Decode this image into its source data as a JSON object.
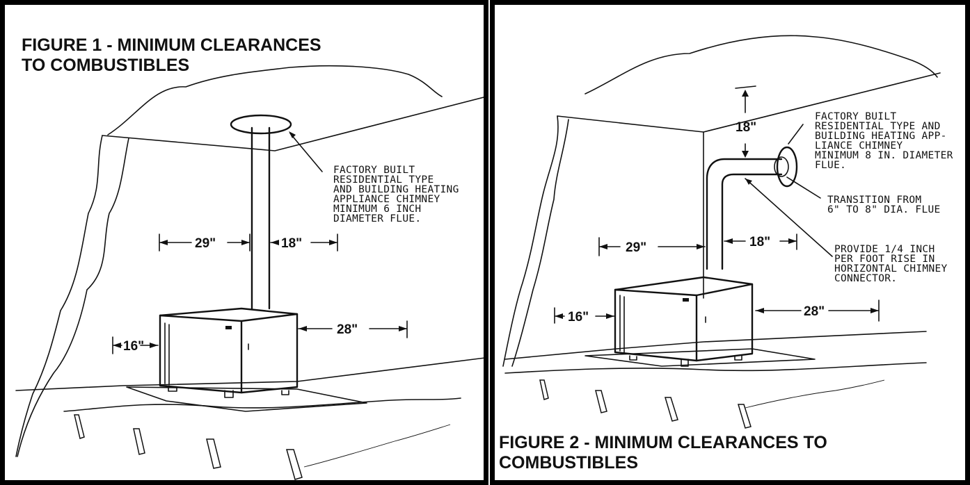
{
  "figure1": {
    "title": "FIGURE 1 - MINIMUM CLEARANCES\nTO COMBUSTIBLES",
    "callout": [
      "FACTORY BUILT",
      "RESIDENTIAL TYPE",
      "AND BUILDING HEATING",
      "APPLIANCE CHIMNEY",
      "MINIMUM 6 INCH",
      "DIAMETER FLUE."
    ],
    "dims": {
      "left": "29\"",
      "right": "18\"",
      "side": "16\"",
      "front": "28\""
    }
  },
  "figure2": {
    "title": "FIGURE 2 - MINIMUM CLEARANCES TO\nCOMBUSTIBLES",
    "callout_chimney": [
      "FACTORY BUILT",
      "RESIDENTIAL TYPE AND",
      "BUILDING HEATING APP-",
      "LIANCE CHIMNEY",
      "MINIMUM 8 IN. DIAMETER",
      "FLUE."
    ],
    "callout_transition": [
      "TRANSITION FROM",
      "6\" TO 8\" DIA. FLUE"
    ],
    "callout_rise": [
      "PROVIDE 1/4 INCH",
      "PER FOOT RISE IN",
      "HORIZONTAL CHIMNEY",
      "CONNECTOR."
    ],
    "dims": {
      "ceiling": "18\"",
      "left": "29\"",
      "right": "18\"",
      "side": "16\"",
      "front": "28\""
    }
  }
}
